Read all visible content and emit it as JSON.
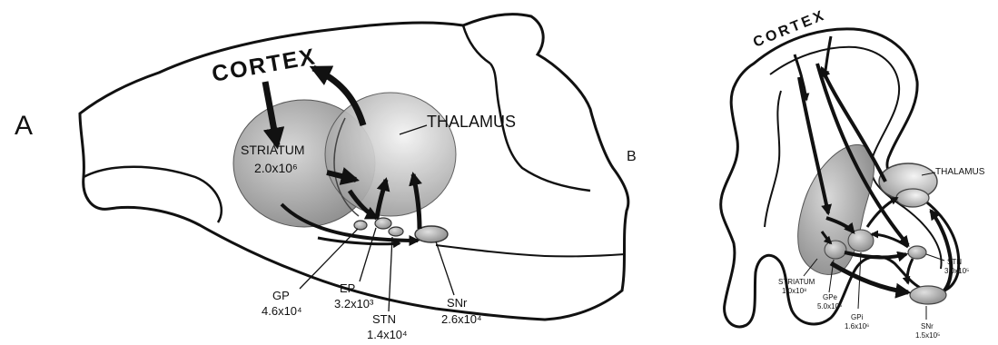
{
  "panel_a": {
    "panel_label": "A",
    "cortex_label": "CORTEX",
    "thalamus_label": "THALAMUS",
    "striatum_label": "STRIATUM",
    "striatum_count": "2.0x10⁶",
    "gp_label": "GP",
    "gp_count": "4.6x10⁴",
    "ep_label": "EP",
    "ep_count": "3.2x10³",
    "stn_label": "STN",
    "stn_count": "1.4x10⁴",
    "snr_label": "SNr",
    "snr_count": "2.6x10⁴"
  },
  "panel_b": {
    "panel_label": "B",
    "cortex_label": "CORTEX",
    "thalamus_label": "THALAMUS",
    "striatum_label": "STRIATUM",
    "striatum_count": "1.0x10⁸",
    "gpe_label": "GPe",
    "gpe_count": "5.0x10⁶",
    "gpi_label": "GPi",
    "gpi_count": "1.6x10⁶",
    "stn_label": "STN",
    "stn_count": "3.0x10⁵",
    "snr_label": "SNr",
    "snr_count": "1.5x10⁵"
  },
  "colors": {
    "outline": "#111111",
    "nucleus_fill": "#a8a8a8",
    "nucleus_light": "#e4e4e4",
    "brain_fill": "#ffffff"
  }
}
